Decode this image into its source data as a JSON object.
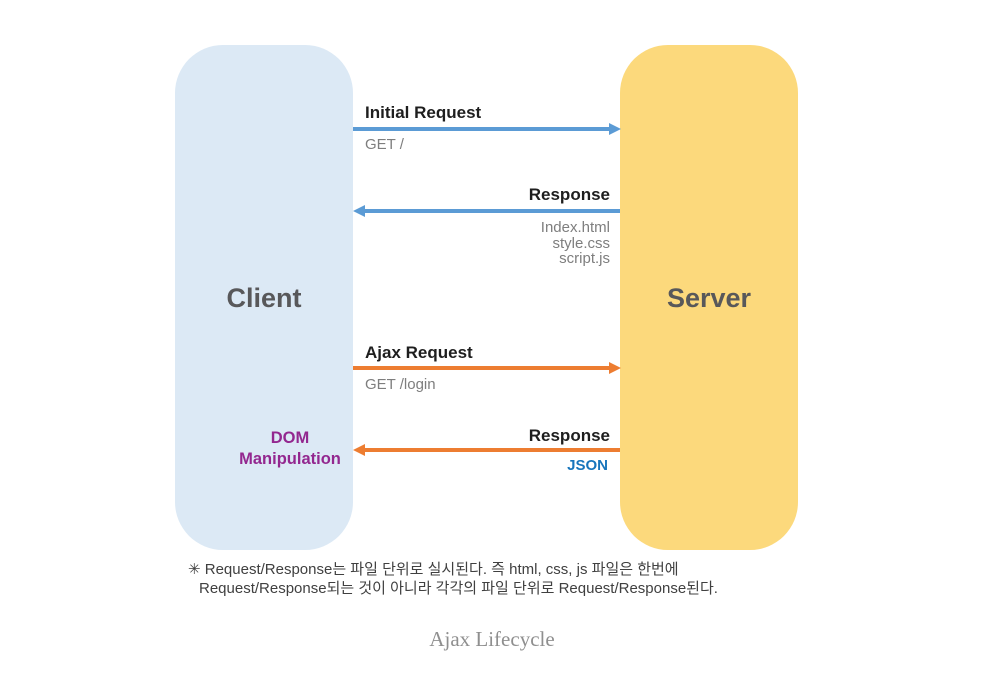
{
  "diagram": {
    "title": "Ajax Lifecycle",
    "client": {
      "label": "Client"
    },
    "server": {
      "label": "Server"
    },
    "flows": [
      {
        "label": "Initial Request",
        "sub": "GET /",
        "direction": "client-to-server",
        "arrow_color": "#5B9BD5"
      },
      {
        "label": "Response",
        "files": [
          "Index.html",
          "style.css",
          "script.js"
        ],
        "direction": "server-to-client",
        "arrow_color": "#5B9BD5"
      },
      {
        "label": "Ajax Request",
        "sub": "GET /login",
        "direction": "client-to-server",
        "arrow_color": "#ED7D31"
      },
      {
        "label": "Response",
        "payload": "JSON",
        "direction": "server-to-client",
        "arrow_color": "#ED7D31"
      }
    ],
    "client_effect": {
      "line1": "DOM",
      "line2": "Manipulation"
    },
    "note": {
      "bullet": "✳",
      "line1": "Request/Response는 파일 단위로 실시된다. 즉 html, css, js 파일은 한번에",
      "line2": "Request/Response되는 것이 아니라 각각의 파일 단위로 Request/Response된다."
    },
    "colors": {
      "client_box": "#DCE9F5",
      "server_box": "#FCD97C",
      "request_arrow": "#5B9BD5",
      "ajax_arrow": "#ED7D31",
      "dom_manipulation_text": "#93278F",
      "json_text": "#1775BC",
      "box_label_text": "#58585A",
      "title_text": "#8F8F8F"
    }
  }
}
